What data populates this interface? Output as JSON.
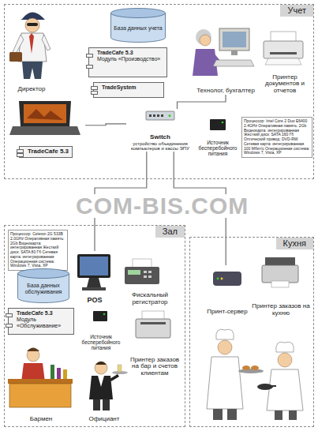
{
  "diagram": {
    "nodes": [
      {
        "text": [
          "Учет"
        ]
      },
      {
        "text": [
          "База данных учета"
        ],
        "in": 0
      },
      {
        "text": [
          "TradeCafe 5.3",
          "Модуль «Производство»"
        ],
        "in": 0
      },
      {
        "text": [
          "TradeSystem"
        ],
        "in": 0
      },
      {
        "text": [
          "Директор"
        ],
        "in": 0
      },
      {
        "text": [
          "TradeCafe 5.3"
        ],
        "in": 0
      },
      {
        "text": [
          "Технолог, бухгалтер"
        ],
        "in": 0
      },
      {
        "text": [
          "Принтер документов и отчетов"
        ],
        "in": 0
      },
      {
        "text": [
          "Switch",
          "устройство объединения компьютеров и кассы ЭПУ"
        ],
        "in": 0
      },
      {
        "text": [
          "Источник бесперебойного питания"
        ],
        "in": 0
      },
      {
        "text": [
          "Процессор: Intel Core 2 Duo E6400 2.4GHz Оперативная память: 2Gb Видеокарта: интегрированная Жесткий диск: SATA 160 Гб Оптический привод: DVD-RW Сетевая карта: интегрированная 100 Мбит/с Операционная система: Windows 7, Vista, XP"
        ],
        "in": 0
      },
      {
        "text": [
          "Зал"
        ]
      },
      {
        "text": [
          "Процессор: Celeron 2G 533B 2.0GHz Оперативная память: 2Gb Видеокарта: интегрированная Жесткий диск: SATA 80 Гб Сетевая карта: интегрированная Операционная система: Windows 7, Vista, XP"
        ],
        "in": 11
      },
      {
        "text": [
          "База данных обслуживания"
        ],
        "in": 11
      },
      {
        "text": [
          "TradeCafe 5.3",
          "Модуль «Обслуживание»"
        ],
        "in": 11
      },
      {
        "text": [
          "POS"
        ],
        "in": 11
      },
      {
        "text": [
          "Фискальный регистратор"
        ],
        "in": 11
      },
      {
        "text": [
          "Источник бесперебойного питания"
        ],
        "in": 11
      },
      {
        "text": [
          "Принтер заказов на бар и счетов клиентам"
        ],
        "in": 11
      },
      {
        "text": [
          "Бармен"
        ],
        "in": 11
      },
      {
        "text": [
          "Официант"
        ],
        "in": 11
      },
      {
        "text": [
          "Кухня"
        ]
      },
      {
        "text": [
          "Принт-сервер"
        ],
        "in": 21
      },
      {
        "text": [
          "Принтер заказов на кухню"
        ],
        "in": 21
      }
    ],
    "edges": [
      {
        "from": 5,
        "to": 8,
        "arrow": "none"
      },
      {
        "from": 8,
        "to": 6,
        "arrow": "none"
      },
      {
        "from": 8,
        "to": 15,
        "arrow": "none"
      },
      {
        "from": 8,
        "to": 22,
        "arrow": "none"
      }
    ],
    "labels": [
      "COM-BIS.COM"
    ]
  }
}
